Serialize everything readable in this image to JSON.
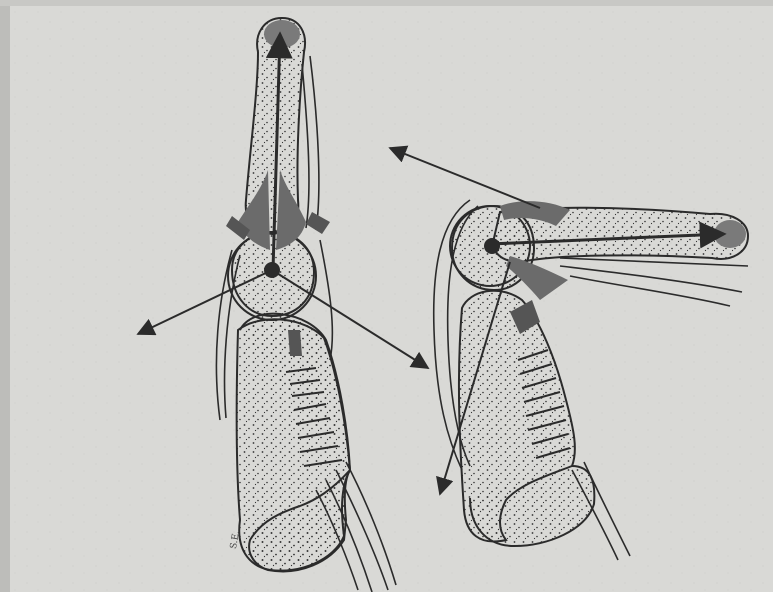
{
  "figure": {
    "description_lines": "none",
    "colors": {
      "paper": "#dcdcd9",
      "ink": "#2b2b2b",
      "tendon_shade": "#6b6b6b",
      "bone_fill": "#e2e2df"
    },
    "panels": [
      {
        "name": "extended-finger-bones"
      },
      {
        "name": "flexed-finger-bones"
      }
    ],
    "signature_mark": "S.E."
  }
}
